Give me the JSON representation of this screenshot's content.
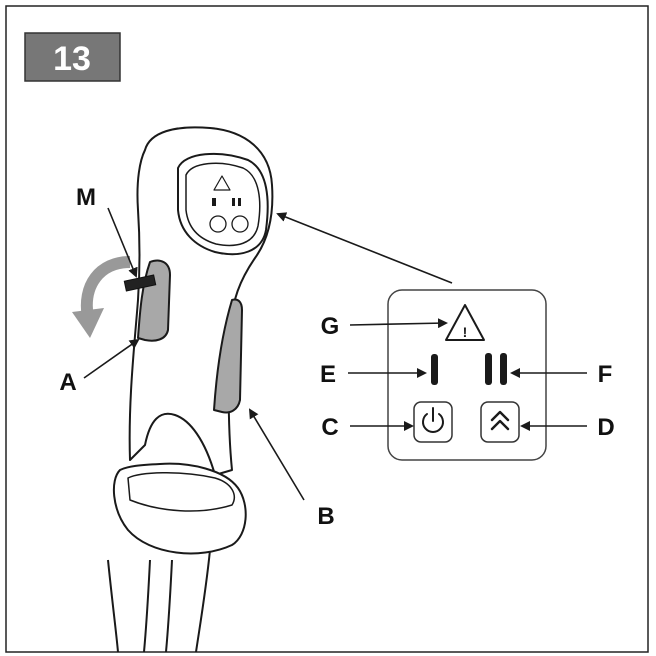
{
  "figure": {
    "number": "13"
  },
  "labels": {
    "A": "A",
    "B": "B",
    "C": "C",
    "D": "D",
    "E": "E",
    "F": "F",
    "G": "G",
    "M": "M"
  },
  "panel": {
    "warning_symbol": "!",
    "icons": [
      "warning-triangle-icon",
      "single-bar-indicator-icon",
      "double-bar-indicator-icon",
      "power-icon",
      "boost-chevron-icon"
    ]
  },
  "colors": {
    "badge": "#777777",
    "line": "#1a1a1a",
    "trigger": "#a8a8a8"
  }
}
